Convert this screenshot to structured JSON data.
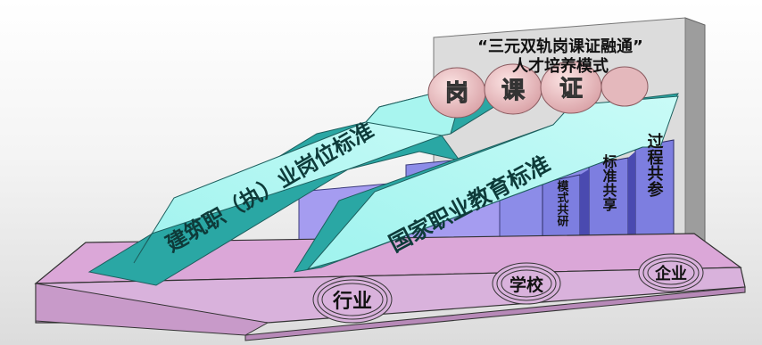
{
  "diagram": {
    "title_line1": "“三元双轨岗课证融通”",
    "title_line2": "人才培养模式",
    "circles_top": [
      "岗",
      "课",
      "证"
    ],
    "arrow_upper": "建筑职（执）业岗位标准",
    "arrow_lower": "国家职业教育标准",
    "pillars": [
      "模式共研",
      "标准共享",
      "过程共参"
    ],
    "base_circles": [
      "行业",
      "学校",
      "企业"
    ]
  }
}
